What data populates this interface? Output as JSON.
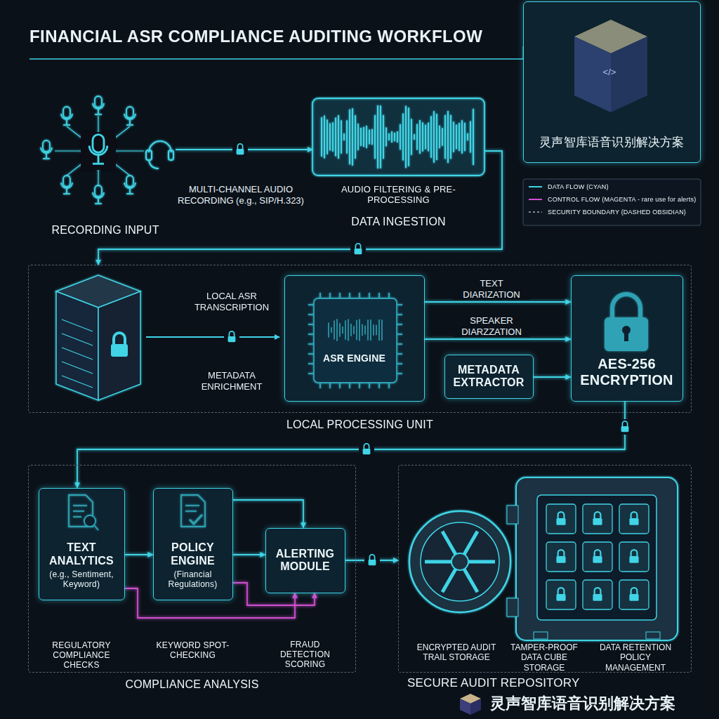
{
  "diagram": {
    "title": "FINANCIAL ASR COMPLIANCE AUDITING WORKFLOW",
    "nodes": [
      {
        "text": [
          "灵声智库语音识别解决方案"
        ]
      },
      {
        "text": [
          "RECORDING INPUT"
        ]
      },
      {
        "text": [
          "AUDIO FILTERING & PRE-PROCESSING",
          "DATA INGESTION"
        ]
      },
      {
        "text": [
          "LOCAL PROCESSING UNIT"
        ]
      },
      {
        "text": [
          "ASR ENGINE"
        ],
        "in": 3
      },
      {
        "text": [
          "METADATA EXTRACTOR"
        ],
        "in": 3
      },
      {
        "text": [
          "AES-256 ENCRYPTION"
        ],
        "in": 3
      },
      {
        "text": [
          "COMPLIANCE ANALYSIS"
        ]
      },
      {
        "text": [
          "TEXT ANALYTICS",
          "(e.g., Sentiment, Keyword)",
          "REGULATORY COMPLIANCE CHECKS"
        ],
        "in": 7
      },
      {
        "text": [
          "POLICY ENGINE",
          "(Financial Regulations)",
          "KEYWORD SPOT-CHECKING"
        ],
        "in": 7
      },
      {
        "text": [
          "ALERTING MODULE",
          "FRAUD DETECTION SCORING"
        ],
        "in": 7
      },
      {
        "text": [
          "SECURE AUDIT REPOSITORY"
        ]
      }
    ],
    "edges": [
      {
        "from": 1,
        "to": 2,
        "arrow": "to",
        "label": "MULTI-CHANNEL AUDIO RECORDING (e.g., SIP/H.323)"
      },
      {
        "from": 2,
        "to": 3,
        "arrow": "to"
      },
      {
        "from": 4,
        "to": 6,
        "arrow": "to",
        "label": "TEXT DIARIZATION"
      },
      {
        "from": 4,
        "to": 6,
        "arrow": "to",
        "label": "SPEAKER DIARZZATION"
      },
      {
        "from": 5,
        "to": 6,
        "arrow": "to"
      },
      {
        "from": 6,
        "to": 8,
        "arrow": "to"
      },
      {
        "from": 8,
        "to": 9,
        "arrow": "to"
      },
      {
        "from": 9,
        "to": 10,
        "arrow": "to"
      },
      {
        "from": 9,
        "to": 10,
        "arrow": "to"
      },
      {
        "from": 8,
        "to": 10,
        "arrow": "to"
      },
      {
        "from": 9,
        "to": 10,
        "arrow": "to"
      },
      {
        "from": 10,
        "to": 11,
        "arrow": "to"
      }
    ],
    "labels": [
      "</>",
      "LOCAL ASR TRANSCRIPTION",
      "METADATA ENRICHMENT",
      "ENCRYPTED AUDIT TRAIL STORAGE",
      "TAMPER-PROOF DATA CUBE STORAGE",
      "DATA RETENTION POLICY MANAGEMENT",
      "灵声智库语音识别解决方案"
    ],
    "legend": [
      {
        "text": "DATA FLOW (CYAN)"
      },
      {
        "text": "CONTROL FLOW (MAGENTA - rare use for alerts)"
      },
      {
        "text": "SECURITY BOUNDARY (DASHED OBSIDIAN)"
      }
    ]
  }
}
